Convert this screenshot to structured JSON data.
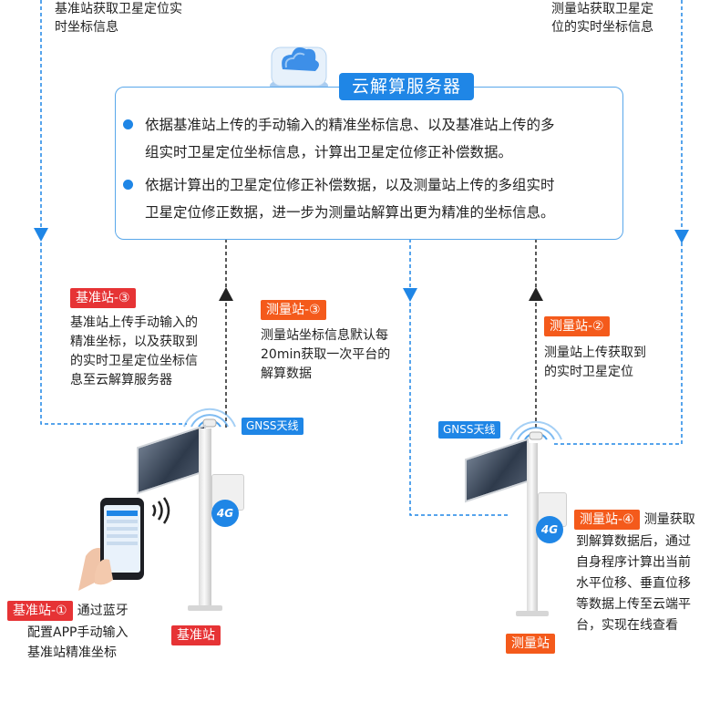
{
  "top_left_text": [
    "基准站获取卫星定位实",
    "时坐标信息"
  ],
  "top_right_text": [
    "测量站获取卫星定",
    "位的实时坐标信息"
  ],
  "cloud_server": {
    "title": "云解算服务器",
    "bullets": [
      [
        "依据基准站上传的手动输入的精准坐标信息、以及基准站上传的多",
        "组实时卫星定位坐标信息，计算出卫星定位修正补偿数据。"
      ],
      [
        "依据计算出的卫星定位修正补偿数据，以及测量站上传的多组实时",
        "卫星定位修正数据，进一步为测量站解算出更为精准的坐标信息。"
      ]
    ]
  },
  "steps": {
    "base_3": {
      "tag": "基准站-③",
      "lines": [
        "基准站上传手动输入的",
        "精准坐标，以及获取到",
        "的实时卫星定位坐标信",
        "息至云解算服务器"
      ]
    },
    "measure_3": {
      "tag": "测量站-③",
      "lines": [
        "测量站坐标信息默认每",
        "20min获取一次平台的",
        "解算数据"
      ]
    },
    "measure_2": {
      "tag": "测量站-②",
      "lines": [
        "测量站上传获取到",
        "的实时卫星定位"
      ]
    },
    "measure_4": {
      "tag": "测量站-④",
      "first_line_rest": "测量获取",
      "lines": [
        "到解算数据后，通过",
        "自身程序计算出当前",
        "水平位移、垂直位移",
        "等数据上传至云端平",
        "台，实现在线查看"
      ]
    },
    "base_1": {
      "tag": "基准站-①",
      "first_line_rest": "通过蓝牙",
      "lines": [
        "配置APP手动输入",
        "基准站精准坐标"
      ]
    }
  },
  "gnss_label": "GNSS天线",
  "badge_4g": "4G",
  "station_labels": {
    "base": "基准站",
    "measure": "测量站"
  },
  "colors": {
    "accent_blue": "#1f86e6",
    "tag_red": "#e63335",
    "tag_orange": "#f45a1b"
  }
}
